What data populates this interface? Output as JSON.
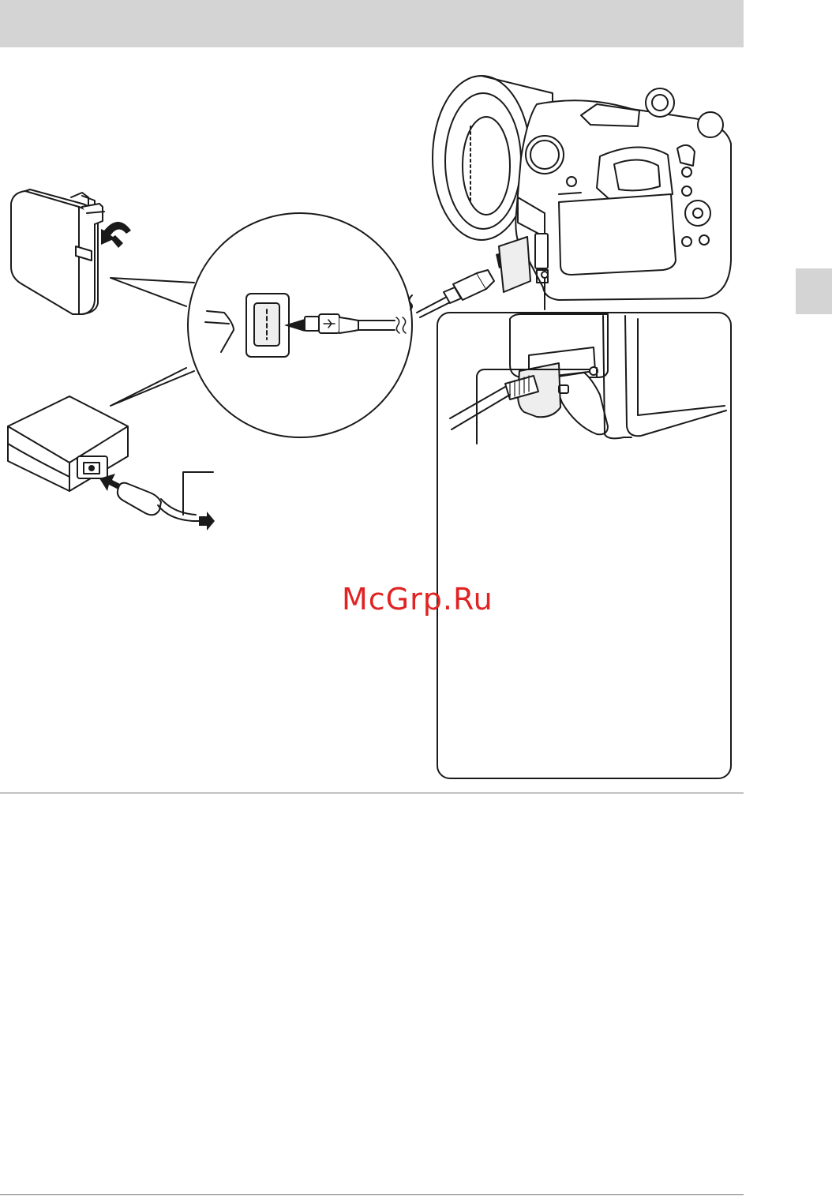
{
  "page": {
    "watermark": "McGrp.Ru"
  },
  "colors": {
    "header_bar": "#d4d4d4",
    "side_tab": "#d4d4d4",
    "line_art": "#1a1a1a",
    "watermark": "#e02323"
  },
  "illustration": {
    "items": [
      "ac-adapter-plug",
      "ac-adapter",
      "power-cord",
      "usb-port-zoom",
      "usb-cable",
      "camera",
      "multi-usb-terminal-inset"
    ]
  }
}
